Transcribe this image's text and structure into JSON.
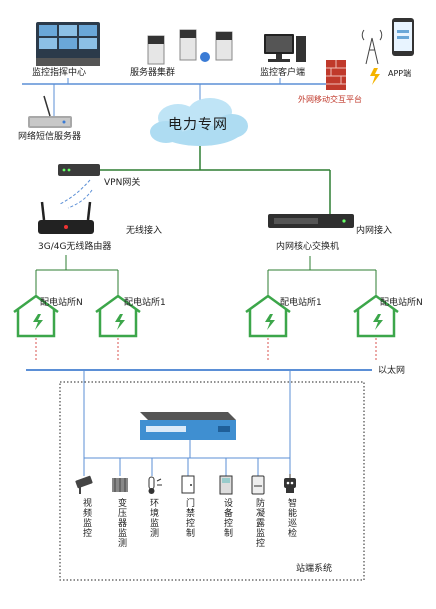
{
  "top": {
    "monitor_center": "监控指挥中心",
    "server_cluster": "服务器集群",
    "monitor_client": "监控客户端",
    "app": "APP端",
    "sms_server": "网络短信服务器",
    "platform": "外网移动交互平台"
  },
  "cloud": "电力专网",
  "network": {
    "vpn": "VPN网关",
    "wireless_access": "无线接入",
    "router": "3G/4G无线路由器",
    "intranet_access": "内网接入",
    "core_switch": "内网核心交换机",
    "ethernet": "以太网"
  },
  "substations": [
    "配电站所N",
    "配电站所1",
    "配电站所1",
    "配电站所N"
  ],
  "endpoints": [
    "视频监控",
    "变压器监测",
    "环境监测",
    "门禁控制",
    "设备控制",
    "防凝露监控",
    "智能巡检"
  ],
  "site_system": "站端系统",
  "colors": {
    "line_green": "#2e7d32",
    "line_blue": "#5b8fd6",
    "dash_red": "#d9534f",
    "house": "#3ca64a"
  }
}
